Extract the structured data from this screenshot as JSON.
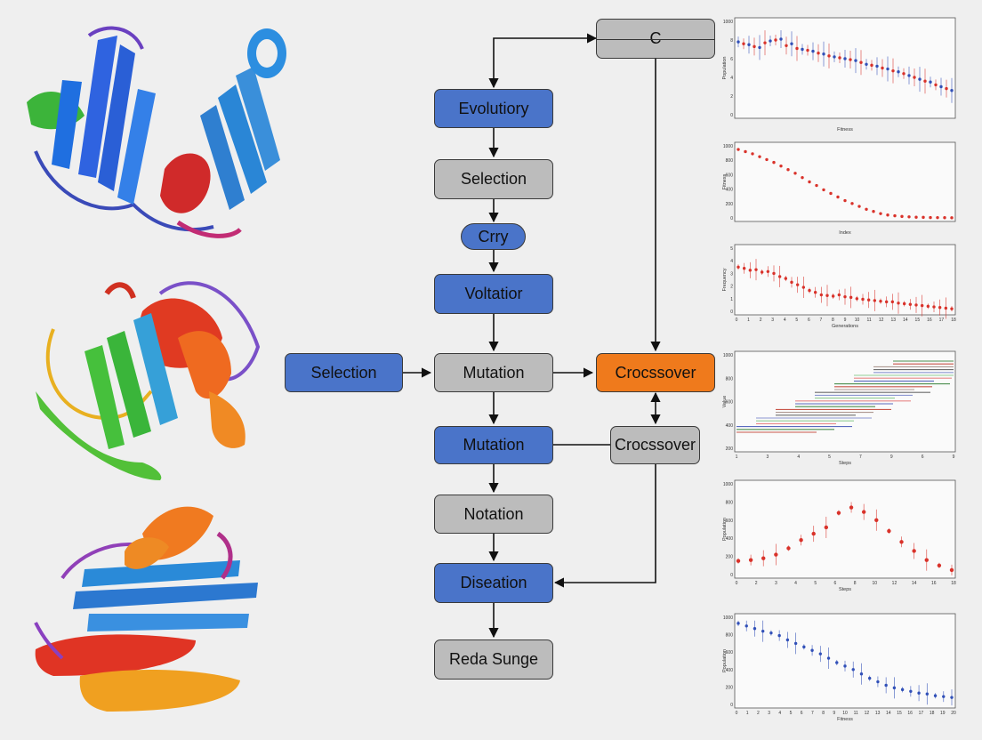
{
  "colors": {
    "blue_box": "#4a74c9",
    "gray_box": "#bcbcbc",
    "orange_box": "#ef7a1c",
    "arrow": "#111111",
    "chart_red": "#d9322a",
    "chart_blue": "#3150b8"
  },
  "flow": {
    "top": "C",
    "evolutionary": "Evolutiory",
    "selection_main": "Selection",
    "cry": "Crry",
    "voltation": "Voltatior",
    "selection_left": "Selection",
    "mutation_center": "Mutation",
    "crossover_orange": "Crocssover",
    "mutation_lower": "Mutation",
    "crossover_gray": "Crocssover",
    "notation": "Notation",
    "diseation": "Diseation",
    "reda": "Reda Sunge"
  },
  "chart_data": [
    {
      "type": "scatter",
      "xlabel": "Fitness",
      "ylabel": "Population",
      "ylim": [
        0,
        10
      ],
      "yticks": [
        "1000",
        "8",
        "6",
        "4",
        "2",
        "0"
      ],
      "series": [
        {
          "values_x": [
            0,
            2,
            4,
            6,
            8,
            10,
            12,
            14,
            16,
            18,
            20,
            22,
            24,
            26,
            28,
            30,
            32,
            34,
            36,
            38,
            40
          ],
          "values_y": [
            7.8,
            7.5,
            7.2,
            7.9,
            8.1,
            7.6,
            7.0,
            6.8,
            6.5,
            6.2,
            6.0,
            5.8,
            5.4,
            5.2,
            4.9,
            4.6,
            4.2,
            3.8,
            3.5,
            3.0,
            2.6
          ]
        },
        {
          "values_x": [
            1,
            3,
            5,
            7,
            9,
            11,
            13,
            15,
            17,
            19,
            21,
            23,
            25,
            27,
            29,
            31,
            33,
            35,
            37,
            39
          ],
          "values_y": [
            7.6,
            7.3,
            7.7,
            8.0,
            7.4,
            7.1,
            6.9,
            6.6,
            6.3,
            6.1,
            5.9,
            5.6,
            5.3,
            5.0,
            4.7,
            4.4,
            4.0,
            3.6,
            3.2,
            2.8
          ]
        }
      ]
    },
    {
      "type": "scatter",
      "xlabel": "Index",
      "ylabel": "Fitness",
      "ylim": [
        0,
        10
      ],
      "yticks": [
        "1000",
        "800",
        "600",
        "400",
        "200",
        "0"
      ],
      "series": [
        {
          "values_x": [
            0,
            1,
            2,
            3,
            4,
            5,
            6,
            7,
            8,
            9,
            10,
            11,
            12,
            13,
            14,
            15,
            16,
            17,
            18,
            19,
            20,
            21,
            22,
            23,
            24,
            25,
            26,
            27,
            28,
            29,
            30
          ],
          "values_y": [
            9.5,
            9.2,
            8.9,
            8.5,
            8.1,
            7.7,
            7.2,
            6.7,
            6.2,
            5.6,
            5.0,
            4.5,
            3.9,
            3.4,
            2.9,
            2.4,
            2.0,
            1.6,
            1.2,
            0.9,
            0.6,
            0.4,
            0.3,
            0.2,
            0.15,
            0.1,
            0.08,
            0.05,
            0.04,
            0.03,
            0.02
          ]
        }
      ]
    },
    {
      "type": "scatter",
      "xlabel": "Generations",
      "ylabel": "Frequency",
      "ylim": [
        0,
        10
      ],
      "yticks": [
        "5",
        "4",
        "3",
        "2",
        "1",
        "0"
      ],
      "xticks": [
        "0",
        "1",
        "2",
        "3",
        "4",
        "5",
        "6",
        "7",
        "8",
        "9",
        "10",
        "11",
        "12",
        "13",
        "14",
        "15",
        "16",
        "17",
        "18"
      ],
      "series": [
        {
          "values_x": [
            0,
            0.5,
            1,
            1.5,
            2,
            2.5,
            3,
            3.5,
            4,
            4.5,
            5,
            5.5,
            6,
            6.5,
            7,
            7.5,
            8,
            8.5,
            9,
            9.5,
            10,
            10.5,
            11,
            11.5,
            12,
            12.5,
            13,
            13.5,
            14,
            14.5,
            15,
            15.5,
            16,
            16.5,
            17,
            17.5,
            18
          ],
          "values_y": [
            7.0,
            6.8,
            6.5,
            6.6,
            6.2,
            6.3,
            6.0,
            5.5,
            5.2,
            4.6,
            4.2,
            3.8,
            3.3,
            3.0,
            2.6,
            2.5,
            2.4,
            2.6,
            2.3,
            2.2,
            2.0,
            1.9,
            1.8,
            1.7,
            1.6,
            1.5,
            1.5,
            1.3,
            1.2,
            1.1,
            1.0,
            0.9,
            0.8,
            0.7,
            0.6,
            0.5,
            0.4
          ]
        }
      ]
    },
    {
      "type": "bar",
      "xlabel": "Steps",
      "ylabel": "Value",
      "yticks": [
        "1000",
        "800",
        "600",
        "400",
        "200"
      ],
      "xticks": [
        "1",
        "3",
        "4",
        "5",
        "7",
        "9",
        "6",
        "9"
      ]
    },
    {
      "type": "scatter",
      "xlabel": "Steps",
      "ylabel": "Population",
      "ylim": [
        0,
        10
      ],
      "yticks": [
        "1000",
        "800",
        "600",
        "400",
        "200",
        "0"
      ],
      "xticks": [
        "0",
        "2",
        "3",
        "4",
        "5",
        "6",
        "8",
        "10",
        "12",
        "14",
        "16",
        "18"
      ],
      "series": [
        {
          "values_x": [
            0,
            1,
            2,
            3,
            4,
            5,
            6,
            7,
            8,
            9,
            10,
            11,
            12,
            13,
            14,
            15,
            16,
            17
          ],
          "values_y": [
            1.5,
            1.6,
            1.8,
            2.2,
            2.9,
            3.8,
            4.5,
            5.2,
            6.8,
            7.4,
            6.9,
            6.0,
            4.8,
            3.6,
            2.6,
            1.6,
            1.0,
            0.5
          ]
        }
      ]
    },
    {
      "type": "scatter",
      "xlabel": "Fitness",
      "ylabel": "Population",
      "ylim": [
        0,
        10
      ],
      "yticks": [
        "1000",
        "800",
        "600",
        "400",
        "200",
        "0"
      ],
      "xticks": [
        "0",
        "1",
        "2",
        "3",
        "4",
        "5",
        "6",
        "7",
        "8",
        "9",
        "10",
        "11",
        "12",
        "13",
        "14",
        "15",
        "16",
        "17",
        "18",
        "19",
        "20"
      ],
      "series": [
        {
          "values_x": [
            0,
            1,
            2,
            3,
            4,
            5,
            6,
            7,
            8,
            9,
            10,
            11,
            12,
            13,
            14,
            15,
            16,
            17,
            18,
            19,
            20,
            21,
            22,
            23,
            24,
            25,
            26
          ],
          "values_y": [
            9.3,
            9.0,
            8.7,
            8.4,
            8.2,
            7.9,
            7.4,
            7.0,
            6.6,
            6.2,
            5.8,
            5.3,
            4.8,
            4.4,
            4.0,
            3.5,
            3.0,
            2.6,
            2.2,
            1.9,
            1.7,
            1.5,
            1.3,
            1.2,
            1.0,
            0.9,
            0.8
          ]
        }
      ]
    }
  ]
}
